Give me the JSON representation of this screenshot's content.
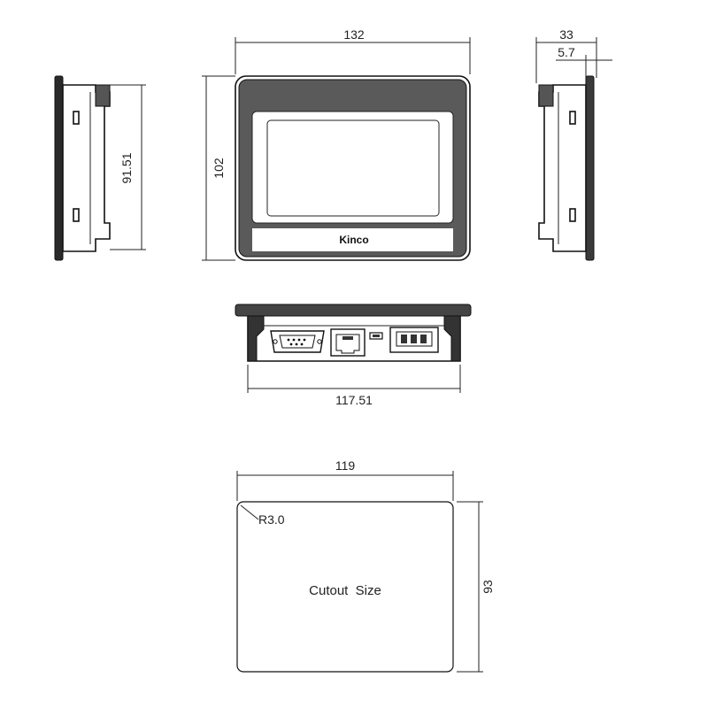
{
  "front_view": {
    "width_dim": "132",
    "height_dim": "102",
    "brand": "Kinco"
  },
  "left_view": {
    "depth_height_dim": "91.51"
  },
  "right_view": {
    "depth_dim": "33",
    "bezel_dim": "5.7"
  },
  "bottom_view": {
    "width_dim": "117.51"
  },
  "cutout": {
    "width_dim": "119",
    "height_dim": "93",
    "radius_label": "R3.0",
    "label": "Cutout  Size"
  }
}
